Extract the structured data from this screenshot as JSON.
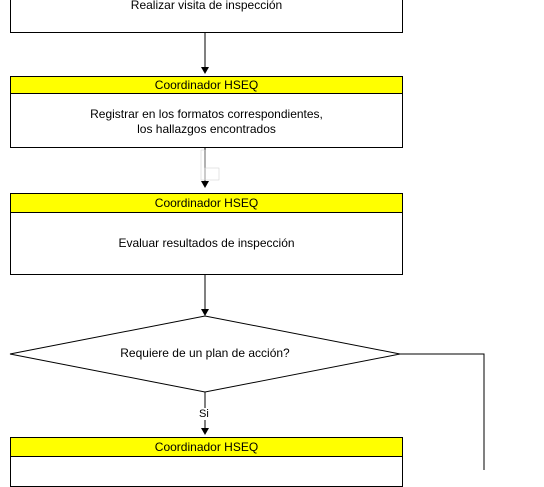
{
  "nodes": {
    "top_box": {
      "text": "Realizar visita de inspección"
    },
    "box1": {
      "role": "Coordinador HSEQ",
      "line1": "Registrar en los formatos correspondientes,",
      "line2": "los hallazgos encontrados"
    },
    "box2": {
      "role": "Coordinador HSEQ",
      "text": "Evaluar resultados de inspección"
    },
    "decision": {
      "text": "Requiere de un plan de acción?"
    },
    "box3": {
      "role": "Coordinador HSEQ"
    }
  },
  "edges": {
    "yes_label": "Si"
  },
  "colors": {
    "header": "#ffff00",
    "line": "#000000"
  }
}
